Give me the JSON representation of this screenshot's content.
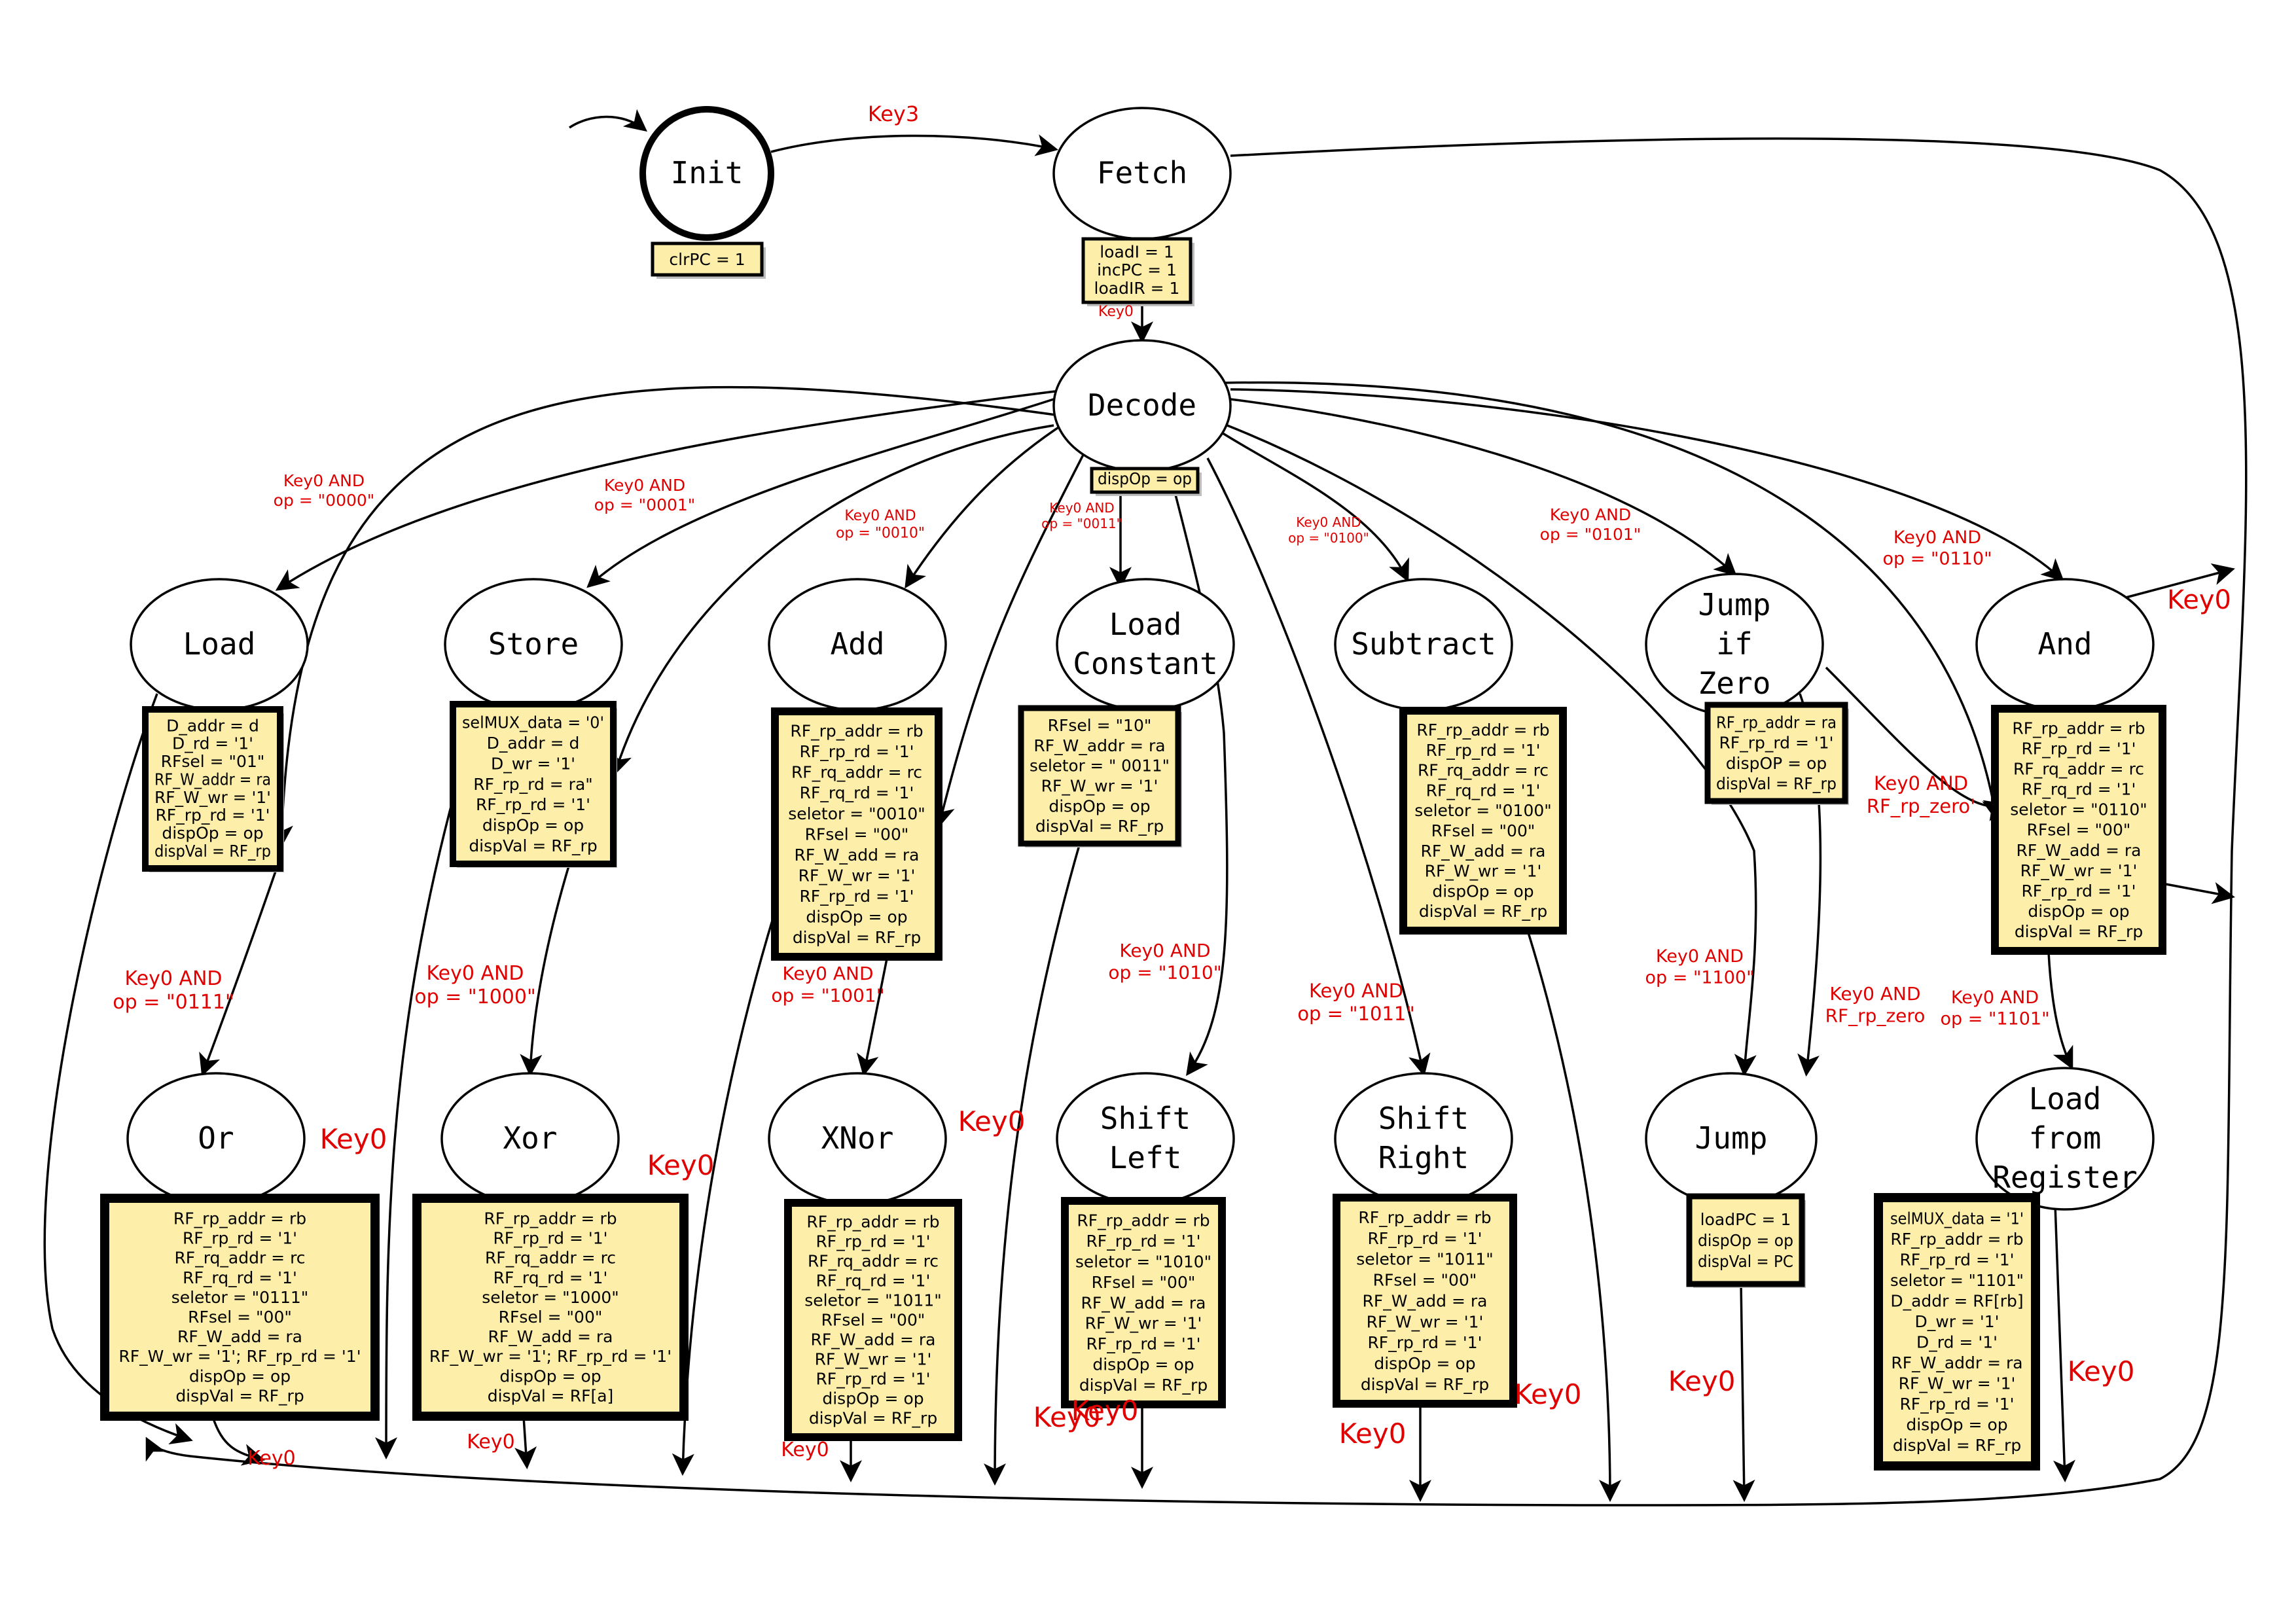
{
  "colors": {
    "box_fill": "#fdeeaa",
    "box_stroke": "#000000",
    "label_color": "#e00000",
    "line": "#000000",
    "node_fill": "#ffffff"
  },
  "states": [
    {
      "id": "init",
      "label": [
        "Init"
      ],
      "initial": true
    },
    {
      "id": "fetch",
      "label": [
        "Fetch"
      ]
    },
    {
      "id": "decode",
      "label": [
        "Decode"
      ]
    },
    {
      "id": "load",
      "label": [
        "Load"
      ]
    },
    {
      "id": "store",
      "label": [
        "Store"
      ]
    },
    {
      "id": "add",
      "label": [
        "Add"
      ]
    },
    {
      "id": "loadconst",
      "label": [
        "Load",
        "Constant"
      ]
    },
    {
      "id": "subtract",
      "label": [
        "Subtract"
      ]
    },
    {
      "id": "jiz",
      "label": [
        "Jump",
        "if",
        "Zero"
      ]
    },
    {
      "id": "and",
      "label": [
        "And"
      ]
    },
    {
      "id": "or",
      "label": [
        "Or"
      ]
    },
    {
      "id": "xor",
      "label": [
        "Xor"
      ]
    },
    {
      "id": "xnor",
      "label": [
        "XNor"
      ]
    },
    {
      "id": "shl",
      "label": [
        "Shift",
        "Left"
      ]
    },
    {
      "id": "shr",
      "label": [
        "Shift",
        "Right"
      ]
    },
    {
      "id": "jump",
      "label": [
        "Jump"
      ]
    },
    {
      "id": "lfr",
      "label": [
        "Load",
        "from",
        "Register"
      ]
    }
  ],
  "output_boxes": [
    {
      "state": "init",
      "lines": [
        "clrPC = 1"
      ]
    },
    {
      "state": "fetch",
      "lines": [
        "loadI = 1",
        "incPC = 1",
        "loadIR = 1"
      ]
    },
    {
      "state": "decode",
      "lines": [
        "dispOp = op"
      ]
    },
    {
      "state": "load",
      "lines": [
        "D_addr = d",
        "D_rd = '1'",
        "RFsel = \"01\"",
        "RF_W_addr = ra",
        "RF_W_wr = '1'",
        "RF_rp_rd = '1'",
        "dispOp = op",
        "dispVal = RF_rp"
      ]
    },
    {
      "state": "store",
      "lines": [
        "selMUX_data = '0'",
        "D_addr = d",
        "D_wr = '1'",
        "RF_rp_rd = ra\"",
        "RF_rp_rd = '1'",
        "dispOp = op",
        "dispVal = RF_rp"
      ]
    },
    {
      "state": "add",
      "lines": [
        "RF_rp_addr = rb",
        "RF_rp_rd = '1'",
        "RF_rq_addr = rc",
        "RF_rq_rd = '1'",
        "seletor = \"0010\"",
        "RFsel = \"00\"",
        "RF_W_add = ra",
        "RF_W_wr = '1'",
        "RF_rp_rd =  '1'",
        "dispOp = op",
        "dispVal = RF_rp"
      ]
    },
    {
      "state": "loadconst",
      "lines": [
        "RFsel = \"10\"",
        "RF_W_addr = ra",
        "seletor = \" 0011\"",
        "RF_W_wr = '1'",
        "dispOp = op",
        "dispVal = RF_rp"
      ]
    },
    {
      "state": "subtract",
      "lines": [
        "RF_rp_addr = rb",
        "RF_rp_rd = '1'",
        "RF_rq_addr = rc",
        "RF_rq_rd = '1'",
        "seletor = \"0100\"",
        "RFsel = \"00\"",
        "RF_W_add = ra",
        "RF_W_wr = '1'",
        "dispOp = op",
        "dispVal = RF_rp"
      ]
    },
    {
      "state": "jiz",
      "lines": [
        "RF_rp_addr = ra",
        "RF_rp_rd = '1'",
        "dispOP = op",
        "dispVal = RF_rp"
      ]
    },
    {
      "state": "and",
      "lines": [
        "RF_rp_addr = rb",
        "RF_rp_rd = '1'",
        "RF_rq_addr = rc",
        "RF_rq_rd = '1'",
        "seletor = \"0110\"",
        "RFsel = \"00\"",
        "RF_W_add = ra",
        "RF_W_wr = '1'",
        "RF_rp_rd = '1'",
        "dispOp = op",
        "dispVal = RF_rp"
      ]
    },
    {
      "state": "or",
      "lines": [
        "RF_rp_addr = rb",
        "RF_rp_rd = '1'",
        "RF_rq_addr = rc",
        "RF_rq_rd = '1'",
        "seletor = \"0111\"",
        "RFsel = \"00\"",
        "RF_W_add = ra",
        "RF_W_wr = '1';  RF_rp_rd = '1'",
        "dispOp = op",
        "dispVal = RF_rp"
      ]
    },
    {
      "state": "xor",
      "lines": [
        "RF_rp_addr = rb",
        "RF_rp_rd = '1'",
        "RF_rq_addr = rc",
        "RF_rq_rd = '1'",
        "seletor = \"1000\"",
        "RFsel = \"00\"",
        "RF_W_add = ra",
        "RF_W_wr = '1';  RF_rp_rd = '1'",
        "dispOp = op",
        "dispVal = RF[a]"
      ]
    },
    {
      "state": "xnor",
      "lines": [
        "RF_rp_addr = rb",
        "RF_rp_rd = '1'",
        "RF_rq_addr = rc",
        "RF_rq_rd = '1'",
        "seletor = \"1011\"",
        "RFsel = \"00\"",
        "RF_W_add = ra",
        "RF_W_wr = '1'",
        "RF_rp_rd = '1'",
        "dispOp = op",
        "dispVal = RF_rp"
      ]
    },
    {
      "state": "shl",
      "lines": [
        "RF_rp_addr = rb",
        "RF_rp_rd = '1'",
        "seletor = \"1010\"",
        "RFsel = \"00\"",
        "RF_W_add = ra",
        "RF_W_wr = '1'",
        "RF_rp_rd = '1'",
        "dispOp = op",
        "dispVal = RF_rp"
      ]
    },
    {
      "state": "shr",
      "lines": [
        "RF_rp_addr = rb",
        "RF_rp_rd = '1'",
        "seletor = \"1011\"",
        "RFsel = \"00\"",
        "RF_W_add = ra",
        "RF_W_wr = '1'",
        "RF_rp_rd = '1'",
        "dispOp = op",
        "dispVal = RF_rp"
      ]
    },
    {
      "state": "jump",
      "lines": [
        "loadPC = 1",
        "dispOp = op",
        "dispVal = PC"
      ]
    },
    {
      "state": "lfr",
      "lines": [
        "selMUX_data = '1'",
        "RF_rp_addr = rb",
        "RF_rp_rd = '1'",
        "seletor = \"1101\"",
        "D_addr = RF[rb]",
        "D_wr = '1'",
        "D_rd = '1'",
        "RF_W_addr = ra",
        "RF_W_wr = '1'",
        "RF_rp_rd = '1'",
        "dispOp = op",
        "dispVal = RF_rp"
      ]
    }
  ],
  "transition_labels": [
    {
      "lines": [
        "Key3"
      ]
    },
    {
      "lines": [
        "Key0"
      ]
    },
    {
      "lines": [
        "Key0 AND",
        "op = \"0000\""
      ]
    },
    {
      "lines": [
        "Key0 AND",
        "op = \"0001\""
      ]
    },
    {
      "lines": [
        "Key0 AND",
        "op = \"0010\""
      ]
    },
    {
      "lines": [
        "Key0 AND",
        "op = \"0011\""
      ]
    },
    {
      "lines": [
        "Key0 AND",
        "op = \"0100\""
      ]
    },
    {
      "lines": [
        "Key0 AND",
        "op = \"0101\""
      ]
    },
    {
      "lines": [
        "Key0 AND",
        "op = \"0110\""
      ]
    },
    {
      "lines": [
        "Key0 AND",
        "op = \"0111\""
      ]
    },
    {
      "lines": [
        "Key0 AND",
        "op = \"1000\""
      ]
    },
    {
      "lines": [
        "Key0 AND",
        "op = \"1001\""
      ]
    },
    {
      "lines": [
        "Key0 AND",
        "op = \"1010\""
      ]
    },
    {
      "lines": [
        "Key0 AND",
        "op = \"1011\""
      ]
    },
    {
      "lines": [
        "Key0 AND",
        "op = \"1100\""
      ]
    },
    {
      "lines": [
        "Key0 AND",
        "op = \"1101\""
      ]
    },
    {
      "lines": [
        "Key0 AND",
        "RF_rp_zero'"
      ]
    },
    {
      "lines": [
        "Key0 AND",
        "RF_rp_zero"
      ]
    },
    {
      "lines": [
        "Key0"
      ]
    },
    {
      "lines": [
        "Key0"
      ]
    },
    {
      "lines": [
        "Key0"
      ]
    },
    {
      "lines": [
        "Key0"
      ]
    },
    {
      "lines": [
        "Key0"
      ]
    },
    {
      "lines": [
        "Key0"
      ]
    },
    {
      "lines": [
        "Key0"
      ]
    },
    {
      "lines": [
        "Key0"
      ]
    },
    {
      "lines": [
        "Key0"
      ]
    },
    {
      "lines": [
        "Key0"
      ]
    },
    {
      "lines": [
        "Key0"
      ]
    },
    {
      "lines": [
        "Key0"
      ]
    },
    {
      "lines": [
        "Key0"
      ]
    }
  ]
}
